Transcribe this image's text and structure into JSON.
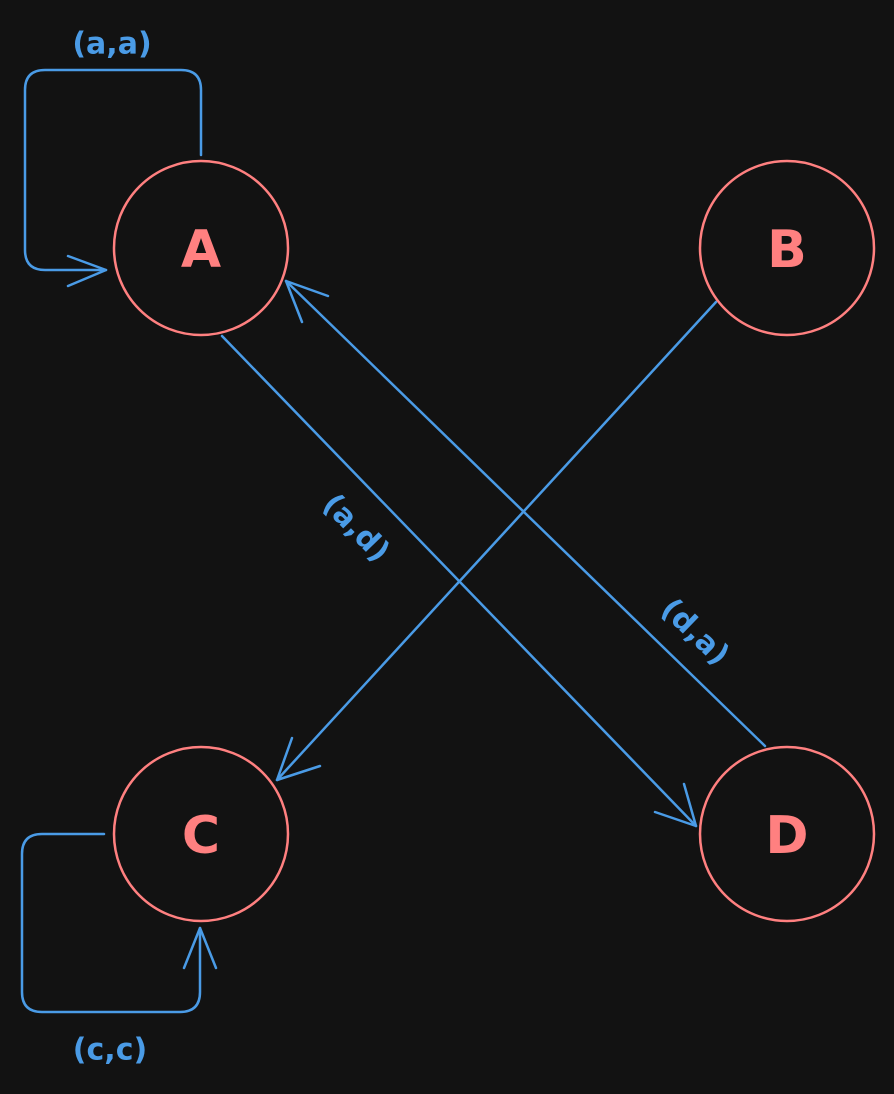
{
  "colors": {
    "background": "#121212",
    "node": "#ff8080",
    "edge": "#4a9be6"
  },
  "nodes": [
    {
      "id": "A",
      "label": "A"
    },
    {
      "id": "B",
      "label": "B"
    },
    {
      "id": "C",
      "label": "C"
    },
    {
      "id": "D",
      "label": "D"
    }
  ],
  "edges": [
    {
      "id": "a-a",
      "from": "A",
      "to": "A",
      "label": "(a,a)"
    },
    {
      "id": "a-d",
      "from": "A",
      "to": "D",
      "label": "(a,d)"
    },
    {
      "id": "d-a",
      "from": "D",
      "to": "A",
      "label": "(d,a)"
    },
    {
      "id": "b-c",
      "from": "B",
      "to": "C",
      "label": ""
    },
    {
      "id": "c-c",
      "from": "C",
      "to": "C",
      "label": "(c,c)"
    }
  ]
}
